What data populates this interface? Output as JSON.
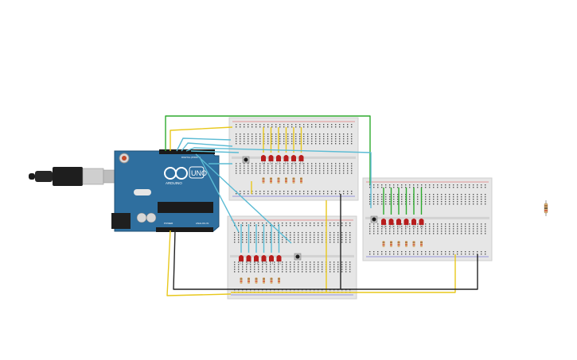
{
  "arduino": {
    "brand": "ARDUINO",
    "model": "UNO",
    "digital_label": "DIGITAL (PWM ~)",
    "power_label": "POWER",
    "analog_label": "ANALOG IN"
  },
  "colors": {
    "board": "#2f6f9f",
    "breadboard": "#e6e6e6",
    "led": "#b81d1d",
    "wire_green": "#2eaa2e",
    "wire_yellow": "#e8c81c",
    "wire_cyan": "#5bbbd4",
    "wire_black": "#222222"
  },
  "components": {
    "breadboards": 3,
    "leds_per_board": 6,
    "buttons_per_board": 1
  }
}
